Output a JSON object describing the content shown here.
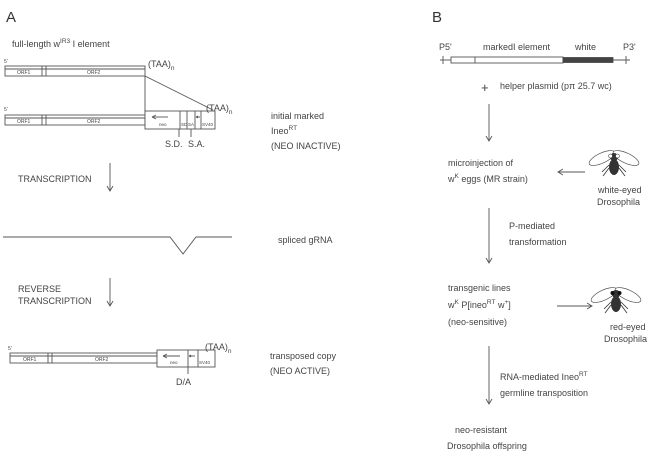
{
  "panel_a": {
    "label": "A",
    "title": "full-length w",
    "title_sup": "IR3",
    "title_end": " I element",
    "five_prime": "5'",
    "orf1": "ORF1",
    "orf2": "ORF2",
    "taa": "(TAA)",
    "taa_sub": "n",
    "neo_label": "neo",
    "sd_box": "SD",
    "sa_box": "SA",
    "sv_label": "SV40",
    "sd": "S.D.",
    "sa": "S.A.",
    "initial_line1": "initial marked",
    "initial_line2": "Ineo",
    "initial_sup": "RT",
    "initial_line3": "(NEO INACTIVE)",
    "transcription": "TRANSCRIPTION",
    "spliced": "spliced gRNA",
    "reverse1": "REVERSE",
    "reverse2": "TRANSCRIPTION",
    "da": "D/A",
    "transposed1": "transposed copy",
    "transposed2": "(NEO ACTIVE)"
  },
  "panel_b": {
    "label": "B",
    "p5": "P5'",
    "marked": "marked",
    "element": "I element",
    "white": "white",
    "p3": "P3'",
    "plus": "+",
    "helper": "helper plasmid (pπ 25.7 wc)",
    "micro1": "microinjection of",
    "micro2_w": "w",
    "micro2_sup": "K",
    "micro2_rest": " eggs (MR strain)",
    "white_eyed1": "white-eyed",
    "white_eyed2": "Drosophila",
    "pmed1": "P-mediated",
    "pmed2": "transformation",
    "trans1": "transgenic lines",
    "trans2_w": "w",
    "trans2_k": "K",
    "trans2_p": " P[ineo",
    "trans2_rt": "RT",
    "trans2_w2": " w",
    "trans2_plus": "+",
    "trans2_end": "]",
    "trans3": "(neo-sensitive)",
    "red_eyed1": "red-eyed",
    "red_eyed2": "Drosophila",
    "rna1": "RNA-mediated  Ineo",
    "rna1_sup": "RT",
    "rna2": "germline transposition",
    "neo_res1": "neo-resistant",
    "neo_res2": "Drosophila offspring"
  }
}
